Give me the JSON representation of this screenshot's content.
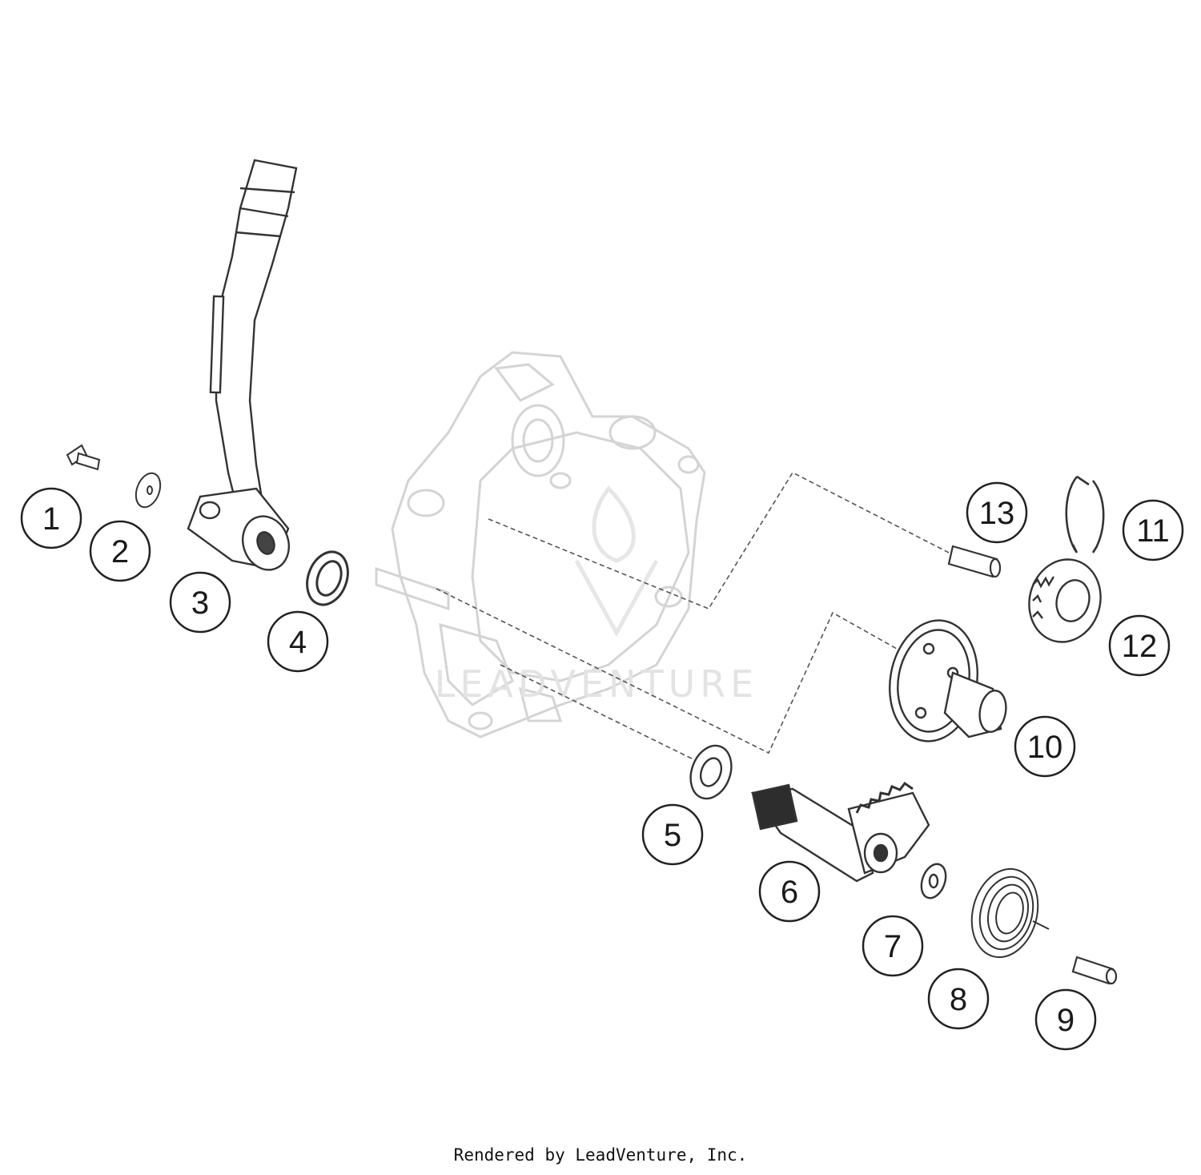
{
  "diagram": {
    "callouts": [
      {
        "id": "1",
        "label": "1"
      },
      {
        "id": "2",
        "label": "2"
      },
      {
        "id": "3",
        "label": "3"
      },
      {
        "id": "4",
        "label": "4"
      },
      {
        "id": "5",
        "label": "5"
      },
      {
        "id": "6",
        "label": "6"
      },
      {
        "id": "7",
        "label": "7"
      },
      {
        "id": "8",
        "label": "8"
      },
      {
        "id": "9",
        "label": "9"
      },
      {
        "id": "10",
        "label": "10"
      },
      {
        "id": "11",
        "label": "11"
      },
      {
        "id": "12",
        "label": "12"
      },
      {
        "id": "13",
        "label": "13"
      }
    ],
    "watermark": "LEADVENTURE",
    "footer": "Rendered by LeadVenture, Inc."
  }
}
